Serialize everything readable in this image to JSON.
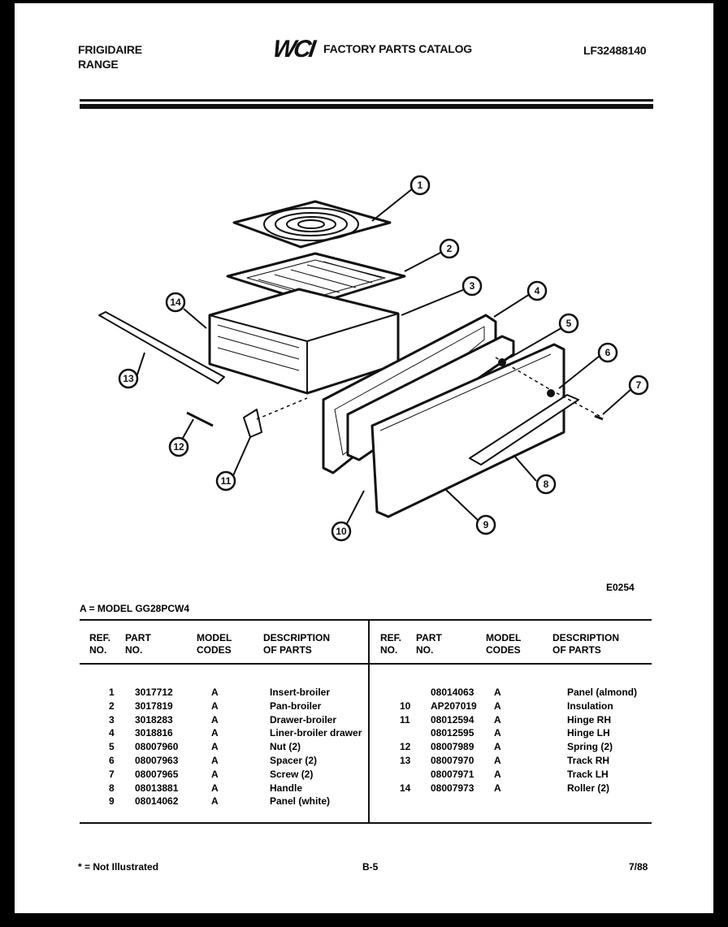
{
  "header": {
    "brand_line1": "FRIGIDAIRE",
    "brand_line2": "RANGE",
    "logo": "WCI",
    "catalog_title": "FACTORY PARTS CATALOG",
    "catalog_code": "LF32488140"
  },
  "diagram": {
    "callouts": [
      "1",
      "2",
      "3",
      "4",
      "5",
      "6",
      "7",
      "8",
      "9",
      "10",
      "11",
      "12",
      "13",
      "14"
    ],
    "figure_code": "E0254"
  },
  "model_line": "A = MODEL GG28PCW4",
  "table": {
    "headers": [
      "REF.\nNO.",
      "PART\nNO.",
      "MODEL\nCODES",
      "DESCRIPTION\nOF PARTS"
    ],
    "left_rows": [
      [
        "1",
        "3017712",
        "A",
        "Insert-broiler"
      ],
      [
        "2",
        "3017819",
        "A",
        "Pan-broiler"
      ],
      [
        "3",
        "3018283",
        "A",
        "Drawer-broiler"
      ],
      [
        "4",
        "3018816",
        "A",
        "Liner-broiler drawer"
      ],
      [
        "5",
        "08007960",
        "A",
        "Nut (2)"
      ],
      [
        "6",
        "08007963",
        "A",
        "Spacer (2)"
      ],
      [
        "7",
        "08007965",
        "A",
        "Screw (2)"
      ],
      [
        "8",
        "08013881",
        "A",
        "Handle"
      ],
      [
        "9",
        "08014062",
        "A",
        "Panel (white)"
      ]
    ],
    "right_rows": [
      [
        "",
        "08014063",
        "A",
        "Panel (almond)"
      ],
      [
        "10",
        "AP207019",
        "A",
        "Insulation"
      ],
      [
        "11",
        "08012594",
        "A",
        "Hinge RH"
      ],
      [
        "",
        "08012595",
        "A",
        "Hinge LH"
      ],
      [
        "12",
        "08007989",
        "A",
        "Spring (2)"
      ],
      [
        "13",
        "08007970",
        "A",
        "Track RH"
      ],
      [
        "",
        "08007971",
        "A",
        "Track LH"
      ],
      [
        "14",
        "08007973",
        "A",
        "Roller (2)"
      ]
    ]
  },
  "footer": {
    "note": "* = Not Illustrated",
    "page": "B-5",
    "date": "7/88"
  }
}
